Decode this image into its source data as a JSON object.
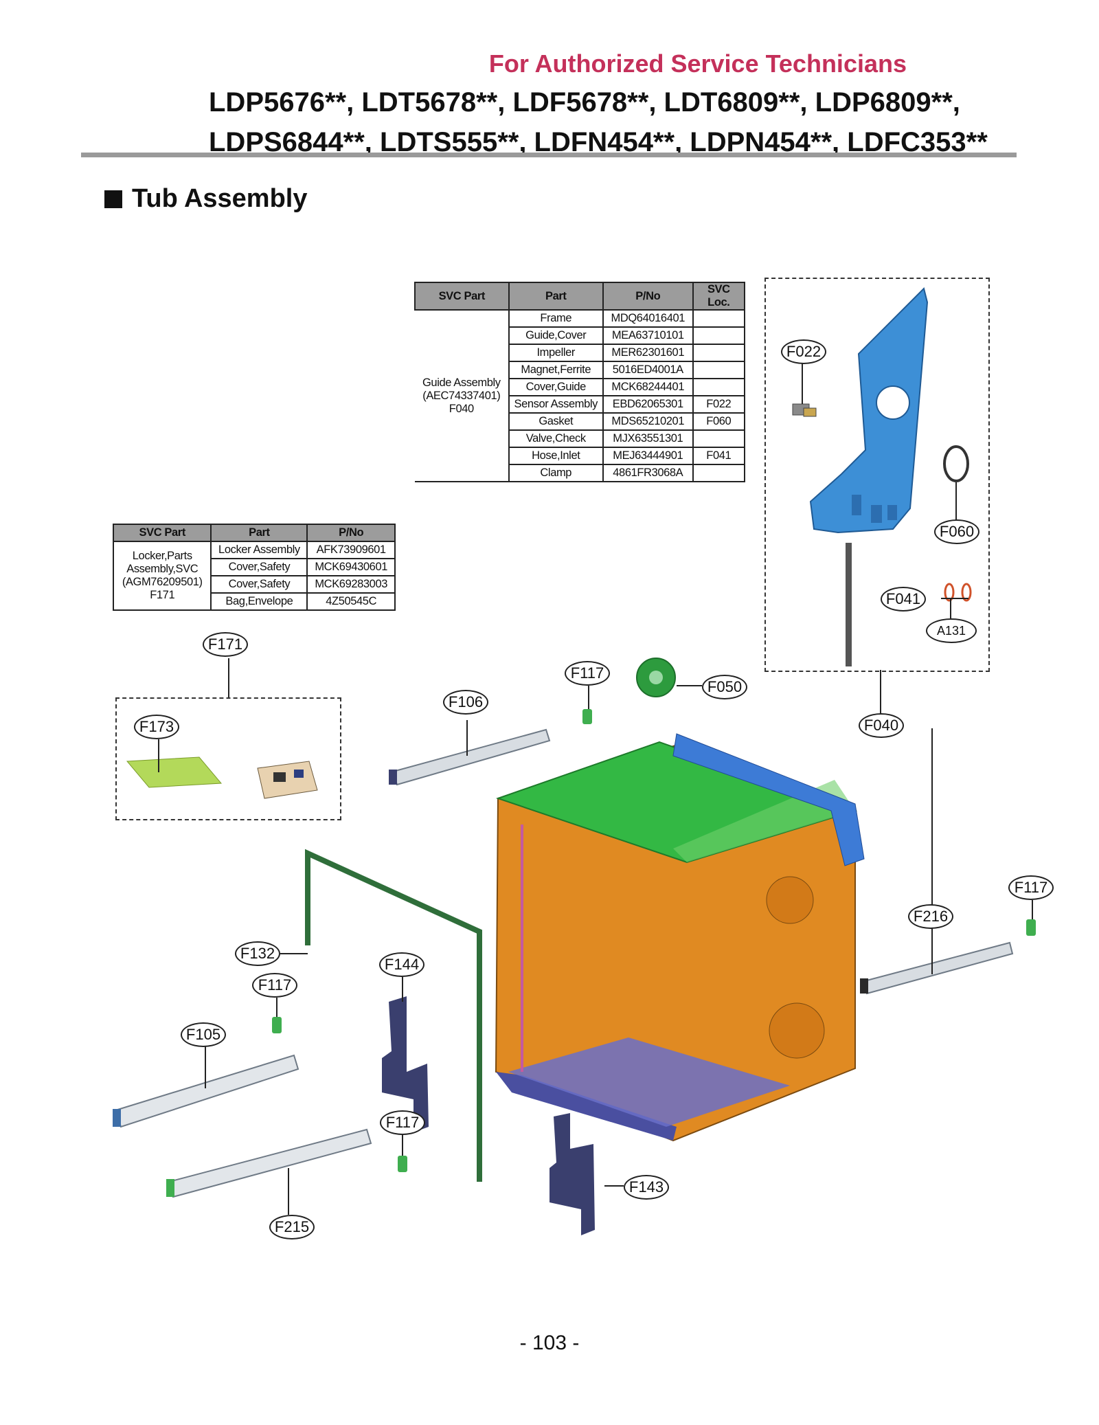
{
  "header": {
    "audience": "For Authorized Service Technicians",
    "models_line1": "LDP5676**, LDT5678**, LDF5678**, LDT6809**, LDP6809**,",
    "models_line2": "LDPS6844**, LDTS555**, LDFN454**, LDPN454**, LDFC353**"
  },
  "section_title": "Tub Assembly",
  "guide_table": {
    "headers": [
      "SVC Part",
      "Part",
      "P/No",
      "SVC Loc."
    ],
    "group": [
      "Guide Assembly",
      "(AEC74337401)",
      "F040"
    ],
    "rows": [
      {
        "part": "Frame",
        "pno": "MDQ64016401",
        "loc": ""
      },
      {
        "part": "Guide,Cover",
        "pno": "MEA63710101",
        "loc": ""
      },
      {
        "part": "Impeller",
        "pno": "MER62301601",
        "loc": ""
      },
      {
        "part": "Magnet,Ferrite",
        "pno": "5016ED4001A",
        "loc": ""
      },
      {
        "part": "Cover,Guide",
        "pno": "MCK68244401",
        "loc": ""
      },
      {
        "part": "Sensor Assembly",
        "pno": "EBD62065301",
        "loc": "F022"
      },
      {
        "part": "Gasket",
        "pno": "MDS65210201",
        "loc": "F060"
      },
      {
        "part": "Valve,Check",
        "pno": "MJX63551301",
        "loc": ""
      },
      {
        "part": "Hose,Inlet",
        "pno": "MEJ63444901",
        "loc": "F041"
      },
      {
        "part": "Clamp",
        "pno": "4861FR3068A",
        "loc": ""
      }
    ]
  },
  "locker_table": {
    "headers": [
      "SVC Part",
      "Part",
      "P/No"
    ],
    "group": [
      "Locker,Parts",
      "Assembly,SVC",
      "(AGM76209501)",
      "F171"
    ],
    "rows": [
      {
        "part": "Locker Assembly",
        "pno": "AFK73909601"
      },
      {
        "part": "Cover,Safety",
        "pno": "MCK69430601"
      },
      {
        "part": "Cover,Safety",
        "pno": "MCK69283003"
      },
      {
        "part": "Bag,Envelope",
        "pno": "4Z50545C"
      }
    ]
  },
  "callouts": {
    "f022": "F022",
    "f060": "F060",
    "f041": "F041",
    "a131": "A131",
    "f040": "F040",
    "f050": "F050",
    "f117": "F117",
    "f106": "F106",
    "f171": "F171",
    "f173": "F173",
    "f216": "F216",
    "f132": "F132",
    "f144": "F144",
    "f105": "F105",
    "f143": "F143",
    "f215": "F215"
  },
  "colors": {
    "accent_red": "#c4305a",
    "part_blue": "#3d8fd6",
    "tub_orange": "#e08a22",
    "tub_green": "#33b844",
    "bracket_navy": "#3a3f6e"
  },
  "page_number": "- 103 -"
}
